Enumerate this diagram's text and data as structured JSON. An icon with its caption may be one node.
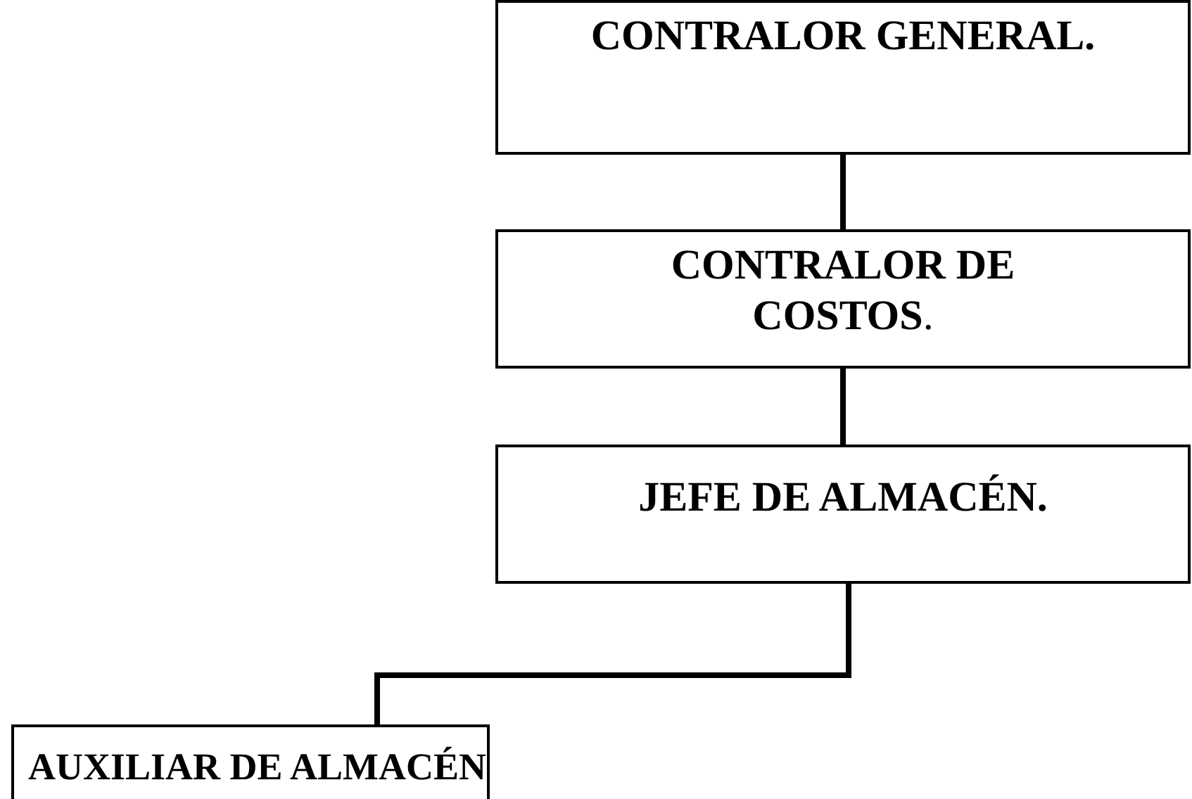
{
  "diagram": {
    "nodes": [
      {
        "text": [
          "CONTRALOR GENERAL."
        ]
      },
      {
        "text": [
          "**CONTRALOR DE COSTOS**."
        ]
      },
      {
        "text": [
          "JEFE DE ALMACÉN."
        ]
      },
      {
        "text": [
          "AUXILIAR DE ALMACÉN"
        ]
      }
    ],
    "edges": [
      {
        "from": 0,
        "to": 1,
        "arrow": "none"
      },
      {
        "from": 1,
        "to": 2,
        "arrow": "none"
      },
      {
        "from": 2,
        "to": 3,
        "arrow": "none"
      }
    ]
  }
}
